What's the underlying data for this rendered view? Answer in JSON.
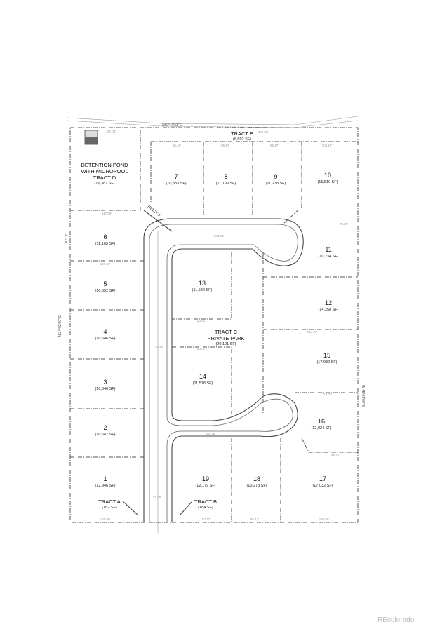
{
  "plat": {
    "bearing_north": "S89°40'53\"E",
    "bearing_west": "N 24°02'00\" E",
    "bearing_west_length": "671.0'",
    "bearing_east": "W 45°91'00\" S",
    "tracts": {
      "a": {
        "name": "TRACT A",
        "area": "(182 SF)"
      },
      "b": {
        "name": "TRACT B",
        "area": "(184 SF)"
      },
      "c": {
        "name": "TRACT C",
        "use": "PRIVATE PARK",
        "area": "(20,101 SF)"
      },
      "d": {
        "line1": "DETENTION POND",
        "line2": "WITH MICROPOOL",
        "name": "TRACT D",
        "area": "(16,387 SF)"
      },
      "e": {
        "name": "TRACT E",
        "area": "(8,692 SF)"
      },
      "f": {
        "name": "TRACT F"
      }
    },
    "lots": [
      {
        "num": "1",
        "area": "(12,946 SF)"
      },
      {
        "num": "2",
        "area": "(10,647 SF)"
      },
      {
        "num": "3",
        "area": "(10,646 SF)"
      },
      {
        "num": "4",
        "area": "(10,646 SF)"
      },
      {
        "num": "5",
        "area": "(10,652 SF)"
      },
      {
        "num": "6",
        "area": "(11,163 SF)"
      },
      {
        "num": "7",
        "area": "(10,833 SF)"
      },
      {
        "num": "8",
        "area": "(11,199 SF)"
      },
      {
        "num": "9",
        "area": "(11,238 SF)"
      },
      {
        "num": "10",
        "area": "(15,510 SF)"
      },
      {
        "num": "11",
        "area": "(10,234 SF)"
      },
      {
        "num": "12",
        "area": "(14,258 SF)"
      },
      {
        "num": "13",
        "area": "(11,539 SF)"
      },
      {
        "num": "14",
        "area": "(11,578 SF)"
      },
      {
        "num": "15",
        "area": "(17,932 SF)"
      },
      {
        "num": "16",
        "area": "(12,024 SF)"
      },
      {
        "num": "17",
        "area": "(17,032 SF)"
      },
      {
        "num": "18",
        "area": "(10,273 SF)"
      },
      {
        "num": "19",
        "area": "(12,179 SF)"
      }
    ],
    "dimensions": {
      "top_pond": "117.04'",
      "tract_e_len": "362.00'",
      "lot7_top": "86.49'",
      "lot8_top": "85.17'",
      "lot9_top": "85.17'",
      "lot10_top": "105.17'",
      "pond_bottom": "117.09'",
      "left_lot_width": "125.00'",
      "loop_top": "134.60'",
      "lot13_bottom": "100.17'",
      "lot14_top": "100.17'",
      "lot12_bottom": "154.00'",
      "lot15_bottom": "120.00'",
      "lower_loop": "165.18'",
      "road_47": "47.00'",
      "road_53": "53.00'",
      "lot1_bottom": "105.00'",
      "lot19_bottom": "82.17'",
      "lot18_bottom": "85.17'",
      "lot17_bottom": "129.96'",
      "lot16_bottom": "88.74'",
      "lot11_top": "78.80'"
    }
  },
  "watermark": "REcolorado"
}
